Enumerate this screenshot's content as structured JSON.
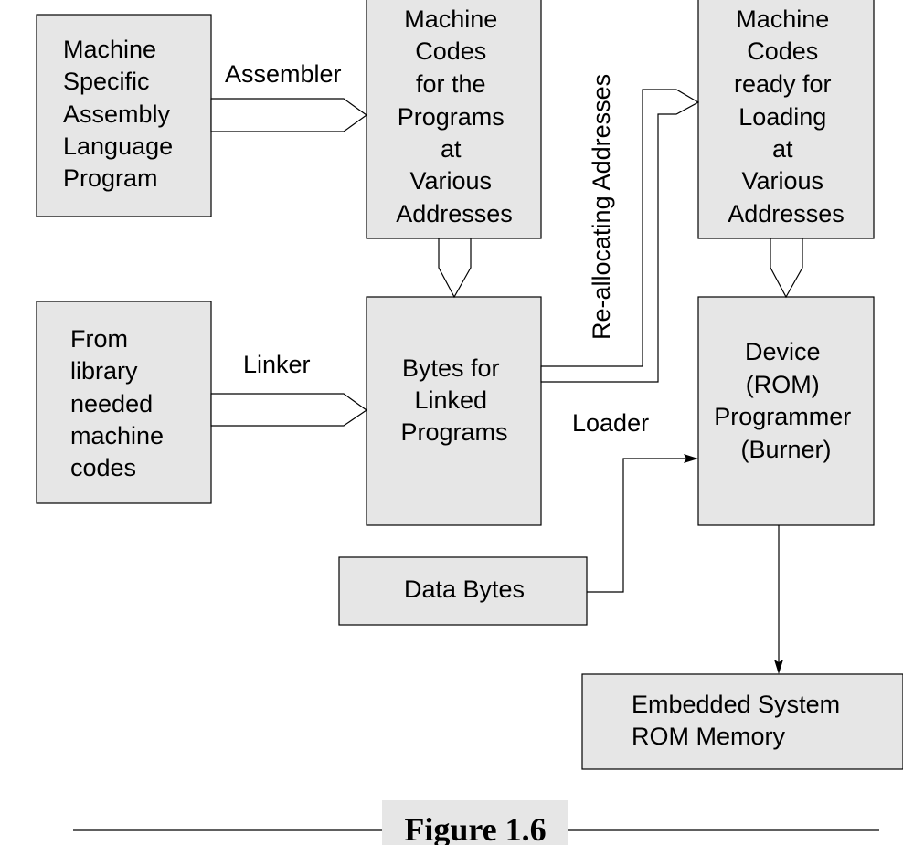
{
  "boxes": {
    "assembly": [
      "Machine",
      "Specific",
      "Assembly",
      "Language",
      "Program"
    ],
    "machine_codes": [
      "Machine",
      "Codes",
      "for the",
      "Programs",
      "at",
      "Various",
      "Addresses"
    ],
    "machine_codes_ready": [
      "Machine",
      "Codes",
      "ready for",
      "Loading",
      "at",
      "Various",
      "Addresses"
    ],
    "library": [
      "From",
      "library",
      "needed",
      "machine",
      "codes"
    ],
    "linked_bytes": [
      "Bytes for",
      "Linked",
      "Programs"
    ],
    "device_programmer": [
      "Device",
      "(ROM)",
      "Programmer",
      "(Burner)"
    ],
    "data_bytes": [
      "Data Bytes"
    ],
    "rom_memory": [
      "Embedded System",
      "ROM Memory"
    ]
  },
  "labels": {
    "assembler": "Assembler",
    "linker": "Linker",
    "reallocating": "Re-allocating Addresses",
    "loader": "Loader"
  },
  "caption": "Figure 1.6"
}
